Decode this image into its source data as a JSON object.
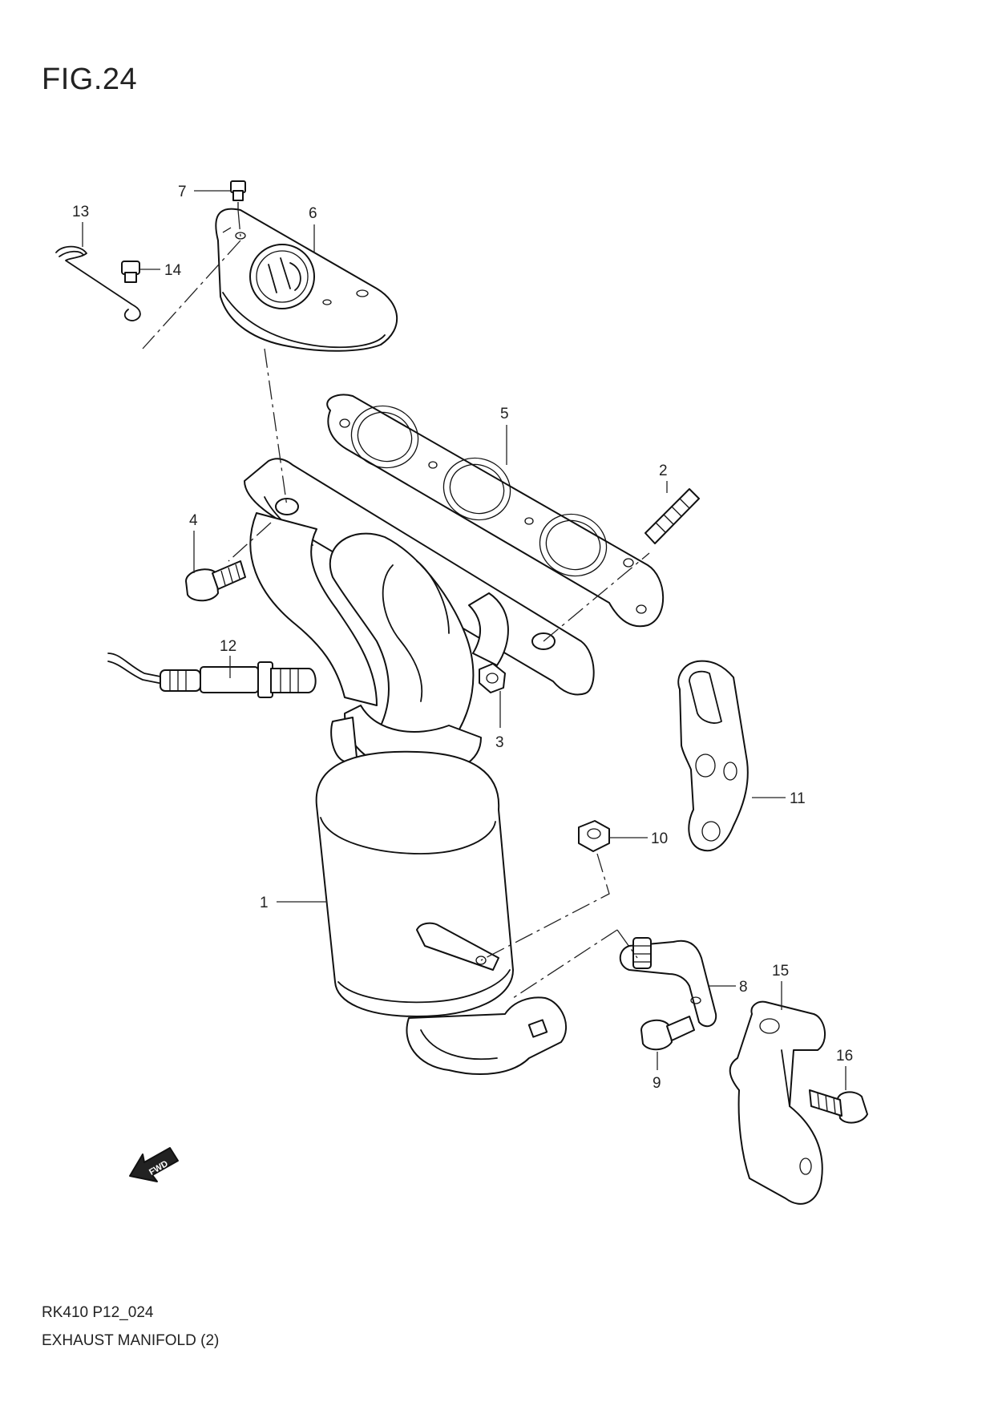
{
  "figure": {
    "title": "FIG.24"
  },
  "footer": {
    "code": "RK410 P12_024",
    "name": "EXHAUST MANIFOLD (2)"
  },
  "fwd_label": "FWD",
  "callouts": [
    "1",
    "2",
    "3",
    "4",
    "5",
    "6",
    "7",
    "8",
    "9",
    "10",
    "11",
    "12",
    "13",
    "14",
    "15",
    "16"
  ]
}
